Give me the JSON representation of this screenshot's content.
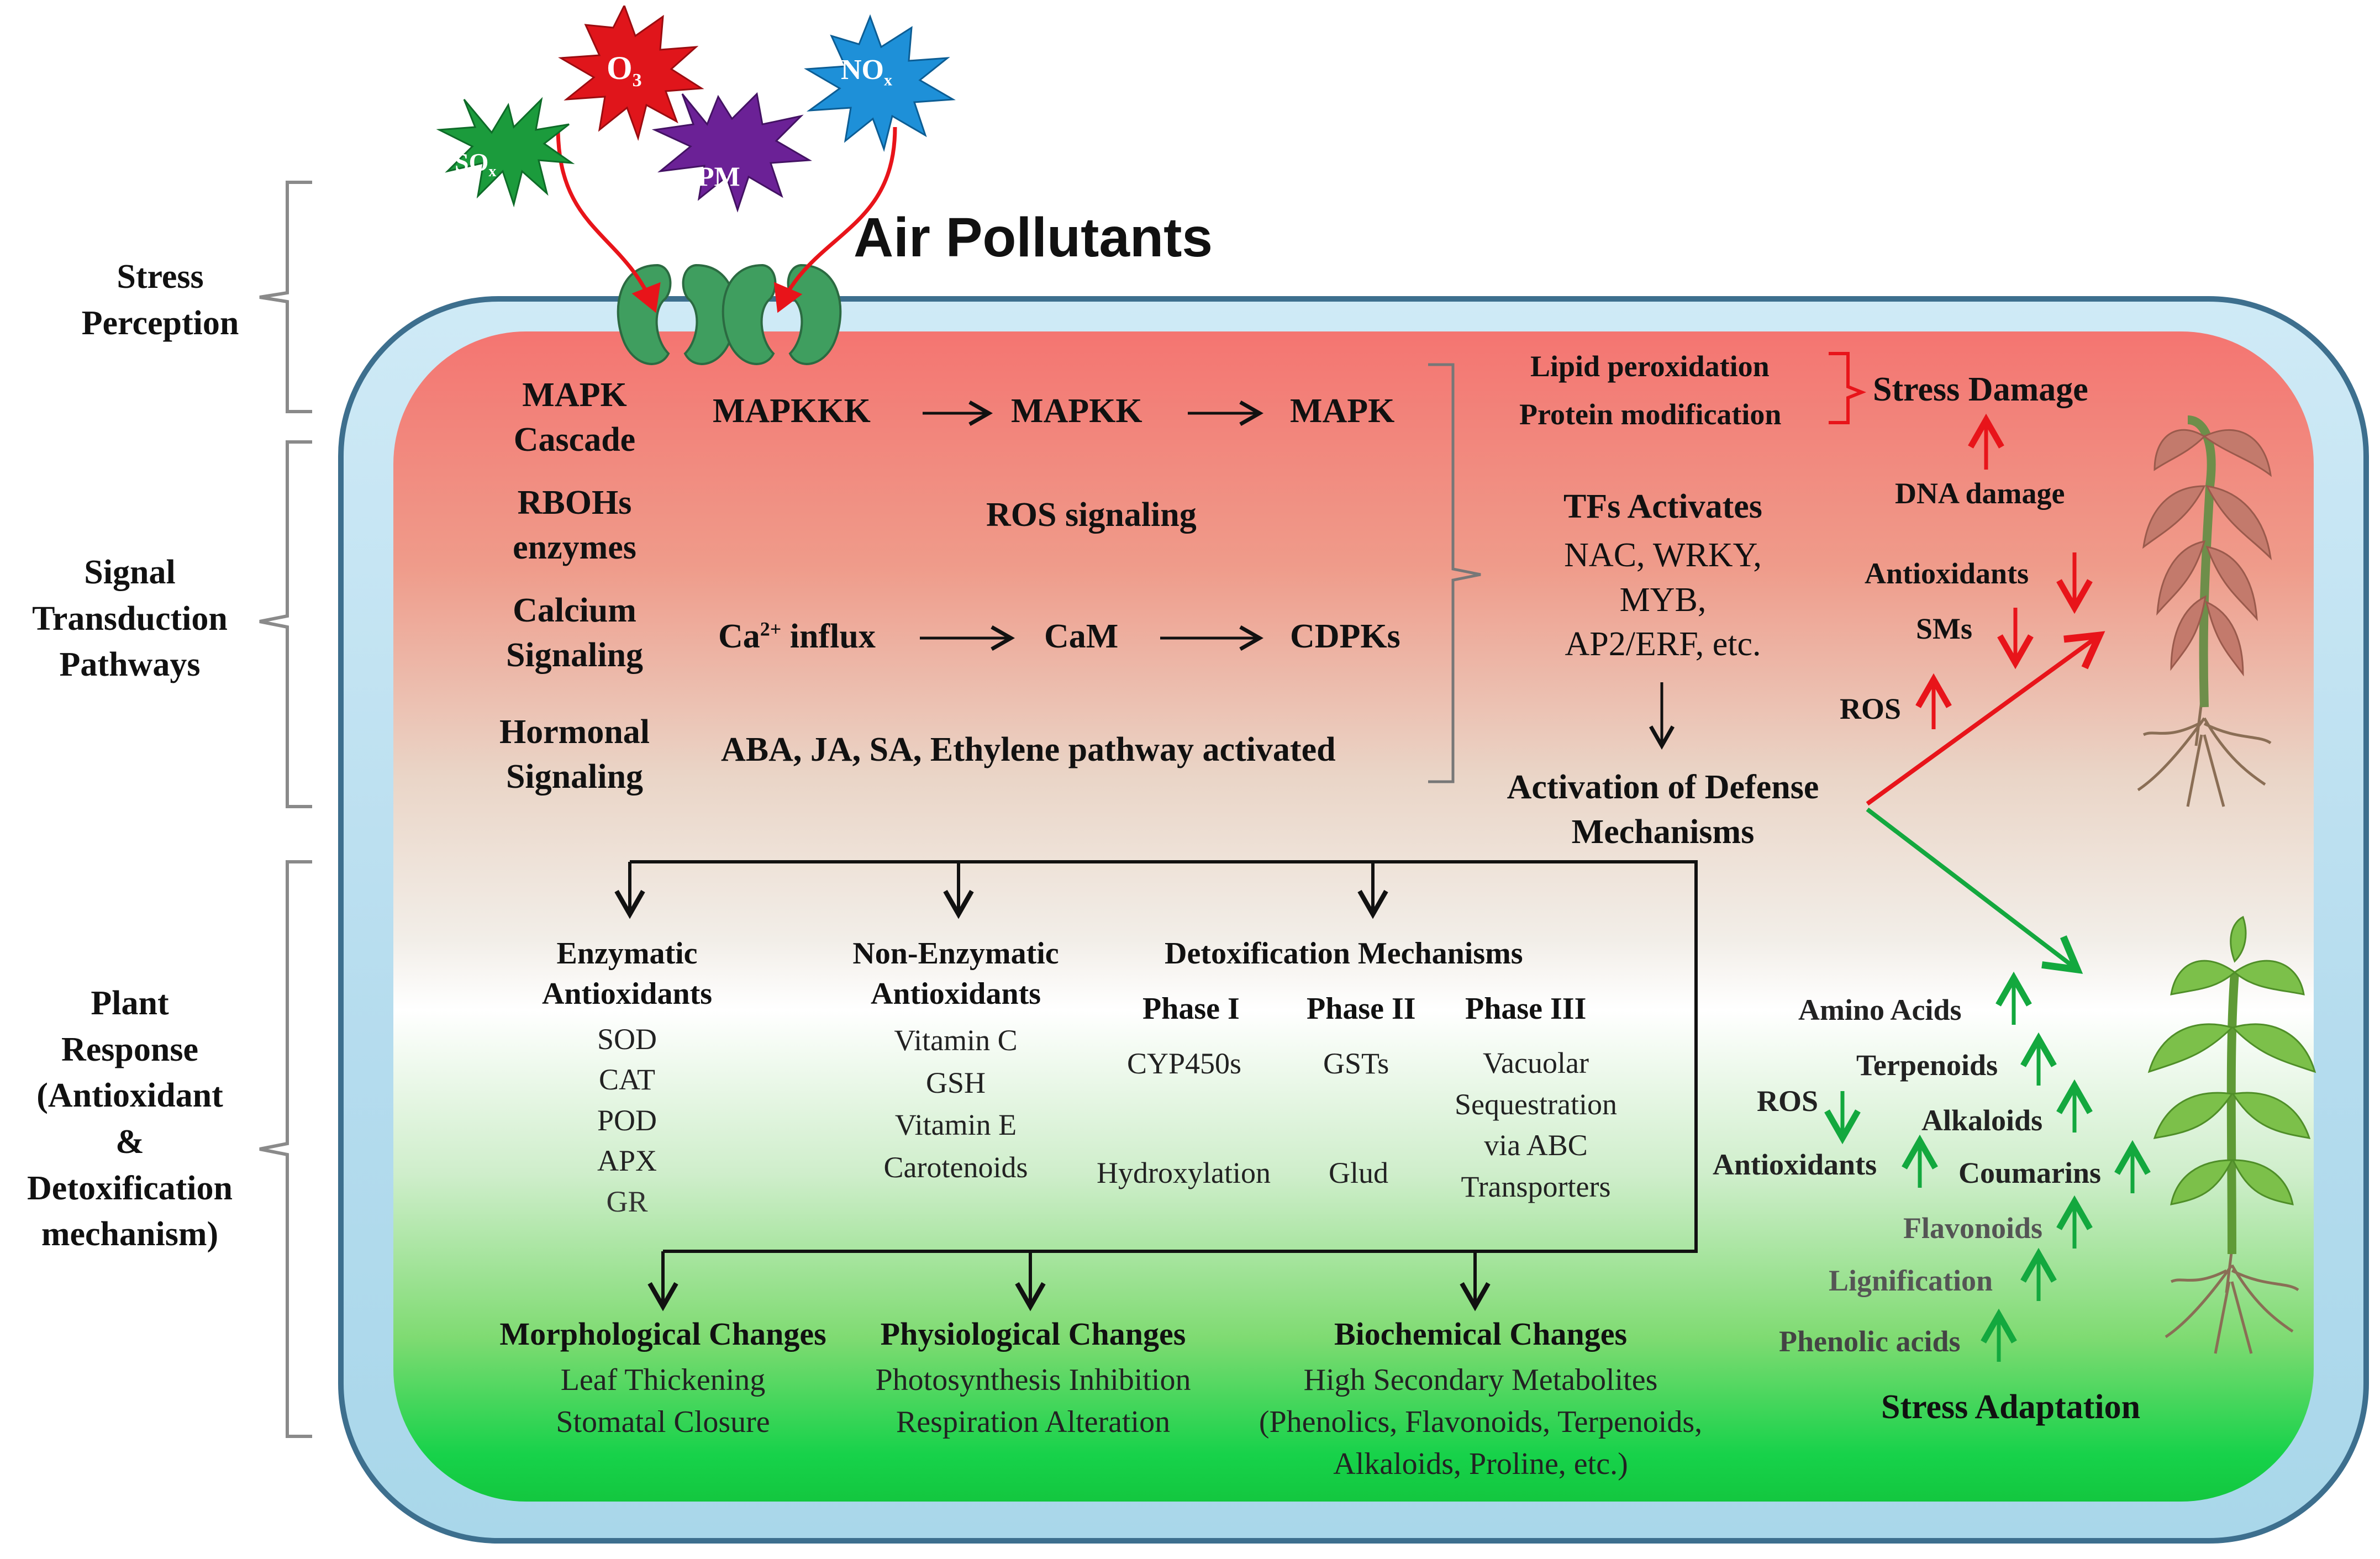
{
  "title": "Air Pollutants",
  "pollutants": [
    {
      "label": "SO",
      "sub": "x",
      "color": "#1b9b3c"
    },
    {
      "label": "O",
      "sub": "3",
      "color": "#e0151b"
    },
    {
      "label": "PM",
      "sub": "",
      "color": "#6b2196"
    },
    {
      "label": "NO",
      "sub": "x",
      "color": "#1e90d8"
    }
  ],
  "sections": {
    "stress_perception": "Stress\nPerception",
    "signal_transduction": "Signal\nTransduction\nPathways",
    "plant_response": "Plant\nResponse\n(Antioxidant\n&\nDetoxification\nmechanism)"
  },
  "signaling": {
    "mapk": {
      "label": "MAPK\nCascade",
      "steps": [
        "MAPKKK",
        "MAPKK",
        "MAPK"
      ]
    },
    "rboh": {
      "label": "RBOHs\nenzymes",
      "text": "ROS signaling"
    },
    "calcium": {
      "label": "Calcium\nSignaling",
      "steps_prefix": "Ca",
      "steps_sup": "2+",
      "steps_suffix": " influx",
      "steps": [
        "CaM",
        "CDPKs"
      ]
    },
    "hormonal": {
      "label": "Hormonal\nSignaling",
      "text": "ABA, JA, SA, Ethylene pathway activated"
    }
  },
  "tfs": {
    "title": "TFs Activates",
    "list": "NAC, WRKY,\nMYB,\nAP2/ERF, etc."
  },
  "defense": "Activation of Defense\nMechanisms",
  "damage": {
    "items": [
      "Lipid peroxidation",
      "Protein modification"
    ],
    "label": "Stress Damage",
    "dna": "DNA damage",
    "antioxidants": "Antioxidants",
    "sms": "SMs",
    "ros": "ROS"
  },
  "adaptation": {
    "label": "Stress Adaptation",
    "amino": "Amino Acids",
    "terpenoids": "Terpenoids",
    "ros": "ROS",
    "alkaloids": "Alkaloids",
    "antioxidants": "Antioxidants",
    "coumarins": "Coumarins",
    "flavonoids": "Flavonoids",
    "lignification": "Lignification",
    "phenolic": "Phenolic acids"
  },
  "response": {
    "enzymatic": {
      "title": "Enzymatic\nAntioxidants",
      "items": [
        "SOD",
        "CAT",
        "POD",
        "APX",
        "GR"
      ]
    },
    "nonenzymatic": {
      "title": "Non-Enzymatic\nAntioxidants",
      "items": [
        "Vitamin C",
        "GSH",
        "Vitamin E",
        "Carotenoids"
      ]
    },
    "detox": {
      "title": "Detoxification Mechanisms",
      "phase1": {
        "title": "Phase I",
        "a": "CYP450s",
        "b": "Hydroxylation"
      },
      "phase2": {
        "title": "Phase II",
        "a": "GSTs",
        "b": "Glud"
      },
      "phase3": {
        "title": "Phase III",
        "a": "Vacuolar\nSequestration\nvia ABC\nTransporters"
      }
    }
  },
  "changes": {
    "morph": {
      "title": "Morphological Changes",
      "text": "Leaf Thickening\nStomatal Closure"
    },
    "phys": {
      "title": "Physiological Changes",
      "text": "Photosynthesis Inhibition\nRespiration Alteration"
    },
    "bio": {
      "title": "Biochemical Changes",
      "text": "High Secondary Metabolites\n(Phenolics, Flavonoids, Terpenoids,\nAlkaloids, Proline, etc.)"
    }
  },
  "colors": {
    "red": "#e8141a",
    "green": "#13a83e",
    "ink": "#111111"
  }
}
